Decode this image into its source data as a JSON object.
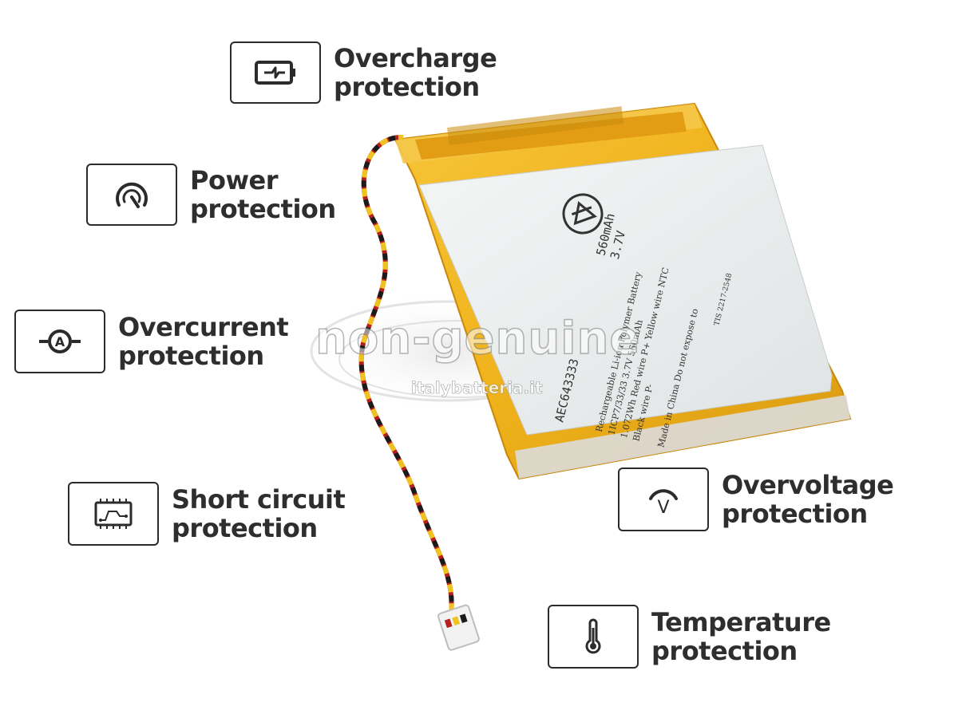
{
  "features": [
    {
      "id": "overcharge",
      "icon": "battery-charge-icon",
      "line1": "Overcharge",
      "line2": "protection"
    },
    {
      "id": "power",
      "icon": "power-gauge-icon",
      "line1": "Power",
      "line2": "protection"
    },
    {
      "id": "overcurrent",
      "icon": "ammeter-icon",
      "line1": "Overcurrent",
      "line2": "protection"
    },
    {
      "id": "short-circuit",
      "icon": "circuit-board-icon",
      "line1": "Short circuit",
      "line2": "protection"
    },
    {
      "id": "overvoltage",
      "icon": "voltmeter-icon",
      "line1": "Overvoltage",
      "line2": "protection"
    },
    {
      "id": "temperature",
      "icon": "thermometer-icon",
      "line1": "Temperature",
      "line2": "protection"
    }
  ],
  "watermark": {
    "text": "non-genuine",
    "site": "italybatteria.it"
  },
  "battery_label": {
    "model": "AEC643333",
    "capacity": "560mAh",
    "voltage": "3.7V",
    "line1": "Rechargeable Li-ion Polymer Battery",
    "line2": "1ICP7/33/33 3.7V 560mAh",
    "line3": "1.072Wh  Red wire P+  Yellow wire NTC",
    "line4": "Black wire P-",
    "line5": "Made in China  Do not expose to",
    "cert": "TIS 2217-2548"
  },
  "colors": {
    "frame": "#2b2b2b",
    "text": "#2e2e2e",
    "battery": "#f0b21a",
    "label": "#ecefef"
  }
}
